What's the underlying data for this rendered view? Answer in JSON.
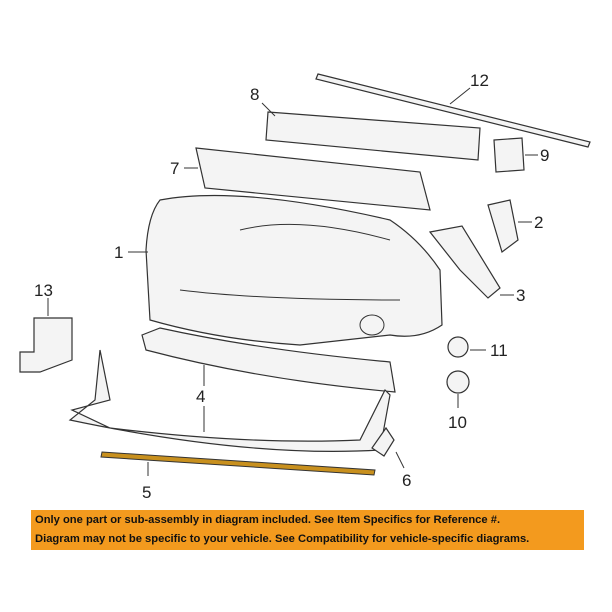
{
  "callouts": {
    "p1": "1",
    "p2": "2",
    "p3": "3",
    "p4": "4",
    "p5": "5",
    "p6": "6",
    "p7": "7",
    "p8": "8",
    "p9": "9",
    "p10": "10",
    "p11": "11",
    "p12": "12",
    "p13": "13"
  },
  "banner": {
    "line1": "Only one part or sub-assembly in diagram included. See Item Specifics for Reference #.",
    "line2": "Diagram may not be specific to your vehicle. See Compatibility for vehicle-specific diagrams."
  },
  "colors": {
    "banner": "#f39a1e",
    "highlight": "#c8901e"
  }
}
